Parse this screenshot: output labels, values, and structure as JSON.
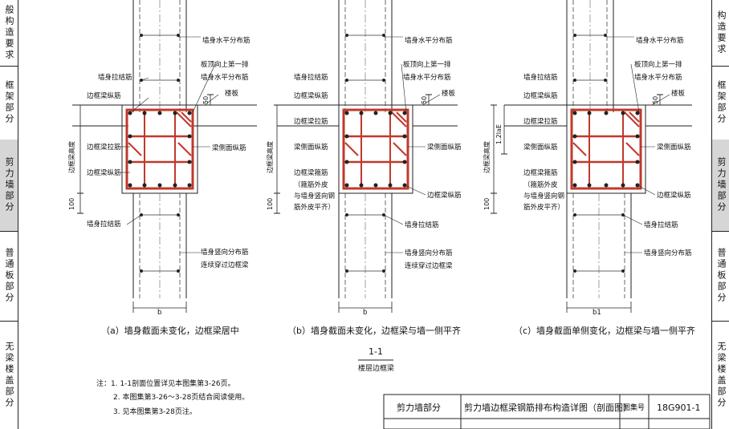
{
  "sidebar_left": [
    {
      "label": "般构造要求",
      "active": false
    },
    {
      "label": "框架部分",
      "active": false
    },
    {
      "label": "剪力墙部分",
      "active": true
    },
    {
      "label": "普通板部分",
      "active": false
    },
    {
      "label": "无梁楼盖部分",
      "active": false
    }
  ],
  "sidebar_right": [
    {
      "label": "构造要求",
      "active": false
    },
    {
      "label": "框架部分",
      "active": false
    },
    {
      "label": "剪力墙部分",
      "active": true
    },
    {
      "label": "普通板部分",
      "active": false
    },
    {
      "label": "无梁楼盖部分",
      "active": false
    }
  ],
  "diagrams": [
    {
      "caption": "（a）墙身截面未变化，边框梁居中",
      "width_label": "b",
      "height_label": "边框梁高度",
      "extra_dim": "",
      "left_labels": [
        "墙身拉结筋",
        "边框梁纵筋",
        "边框梁拉筋",
        "边框梁纵筋",
        "墙身拉结筋"
      ],
      "right_labels": [
        "墙身水平分布筋",
        "板顶向上第一排",
        "墙身水平分布筋",
        "楼板",
        "梁侧面纵筋",
        "墙身竖向分布筋",
        "连续穿过边框梁"
      ],
      "dims": [
        "50",
        "100"
      ]
    },
    {
      "caption": "（b）墙身截面未变化，边框梁与墙一侧平齐",
      "width_label": "b",
      "height_label": "边框梁高度",
      "extra_dim": "",
      "left_labels": [
        "墙身拉结筋",
        "边框梁纵筋",
        "边框梁拉筋",
        "梁侧面纵筋",
        "边框梁箍筋",
        "（箍筋外皮",
        "与墙身竖向钢",
        "筋外皮平齐）"
      ],
      "right_labels": [
        "墙身水平分布筋",
        "板顶向上第一排",
        "墙身水平分布筋",
        "楼板",
        "梁侧面纵筋",
        "边框梁纵筋",
        "墙身拉结筋",
        "墙身竖向分布筋",
        "连续穿过边框梁"
      ],
      "dims": [
        "50",
        "100"
      ]
    },
    {
      "caption": "（c）墙身截面单侧变化，边框梁与墙一侧平齐",
      "width_label": "b1",
      "height_label": "边框梁高度",
      "extra_dim": "1.2laE",
      "left_labels": [
        "墙身拉结筋",
        "边框梁纵筋",
        "边框梁拉筋",
        "梁侧面纵筋",
        "边框梁箍筋",
        "（箍筋外皮",
        "与墙身竖向钢",
        "筋外皮平齐）"
      ],
      "right_labels": [
        "墙身水平分布筋",
        "板顶向上第一排",
        "墙身水平分布筋",
        "楼板",
        "梁侧面纵筋",
        "边框梁纵筋",
        "墙身拉结筋",
        "墙身竖向分布筋"
      ],
      "dims": [
        "50",
        "100"
      ]
    }
  ],
  "section": {
    "label": "1-1",
    "sublabel": "楼层边框梁"
  },
  "notes": [
    "注：1. 1-1剖面位置详见本图集第3-26页。",
    "2. 本图集第3-26～3-28页结合阅读使用。",
    "3. 见本图集第3-28页注。"
  ],
  "title_block": {
    "part": "剪力墙部分",
    "title": "剪力墙边框梁钢筋排布构造详图（剖面图）",
    "atlas_label": "图集号",
    "atlas_no": "18G901-1"
  },
  "colors": {
    "rebar": "#c0392b",
    "line": "#222222",
    "active_tab": "#d6d6d6"
  }
}
